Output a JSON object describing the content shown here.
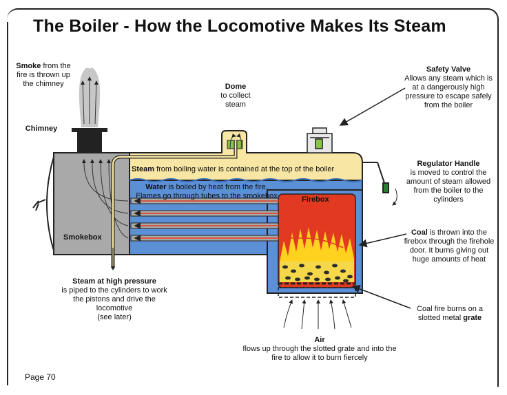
{
  "title": "The Boiler - How the Locomotive Makes Its Steam",
  "page": "Page 70",
  "labels": {
    "smoke_bold": "Smoke",
    "smoke_rest": " from the fire is thrown up the chimney",
    "chimney": "Chimney",
    "dome_bold": "Dome",
    "dome_rest": "to collect steam",
    "safety_bold": "Safety Valve",
    "safety_rest": "Allows any steam which is at a dangerously high pressure to escape safely from the boiler",
    "steam_bold": "Steam",
    "steam_rest": " from boiling water is contained at the top of the boiler",
    "water_bold": "Water",
    "water_rest1": " is boiled by heat from the fire.",
    "water_rest2": "Flames go through tubes to the smokebox",
    "firebox": "Firebox",
    "smokebox": "Smokebox",
    "regulator_bold": "Regulator Handle",
    "regulator_rest": "is moved to control the amount of steam allowed from the boiler to the cylinders",
    "coal_bold": "Coal",
    "coal_rest": " is thrown into the firebox through the firehole door. It burns giving out huge amounts of heat",
    "grate_rest": "Coal fire burns on a slotted metal ",
    "grate_bold": "grate",
    "hp_bold": "Steam at high pressure",
    "hp_rest": "is piped to the cylinders to work the pistons and drive the locomotive",
    "hp_later": "(see later)",
    "air_bold": "Air",
    "air_rest": "flows up through the slotted grate and into the fire to allow it to burn fiercely"
  },
  "colors": {
    "steam": "#f8e6a4",
    "water": "#5b8fd6",
    "smokebox": "#a9a9a9",
    "fire": "#e23a20",
    "flame": "#ffd21f",
    "coal": "#2c2c2c",
    "outline": "#222222"
  }
}
